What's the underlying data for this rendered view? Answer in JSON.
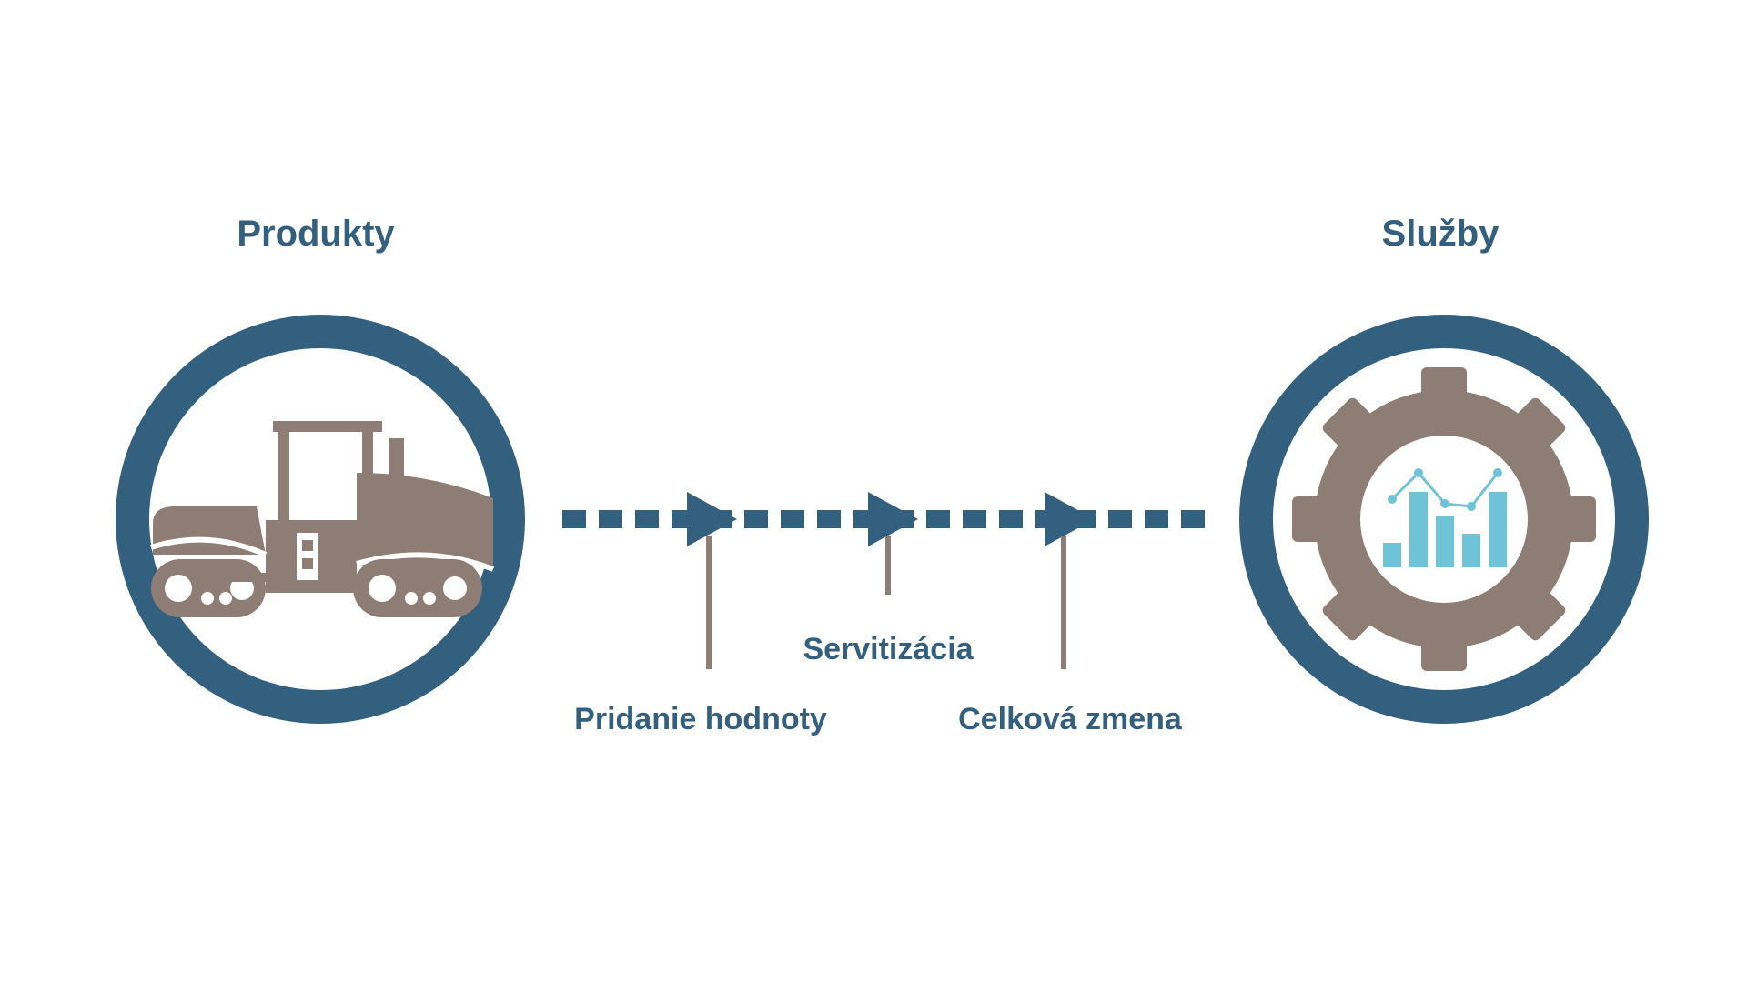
{
  "colors": {
    "primary": "#34607f",
    "icon": "#8e7d74",
    "chart": "#6fc3d6",
    "background": "#ffffff"
  },
  "nodes": {
    "left": {
      "title": "Produkty",
      "icon": "tractor-icon"
    },
    "right": {
      "title": "Služby",
      "icon": "gear-chart-icon"
    }
  },
  "stages": [
    {
      "label": "Pridanie hodnoty"
    },
    {
      "label": "Servitizácia"
    },
    {
      "label": "Celková zmena"
    }
  ]
}
